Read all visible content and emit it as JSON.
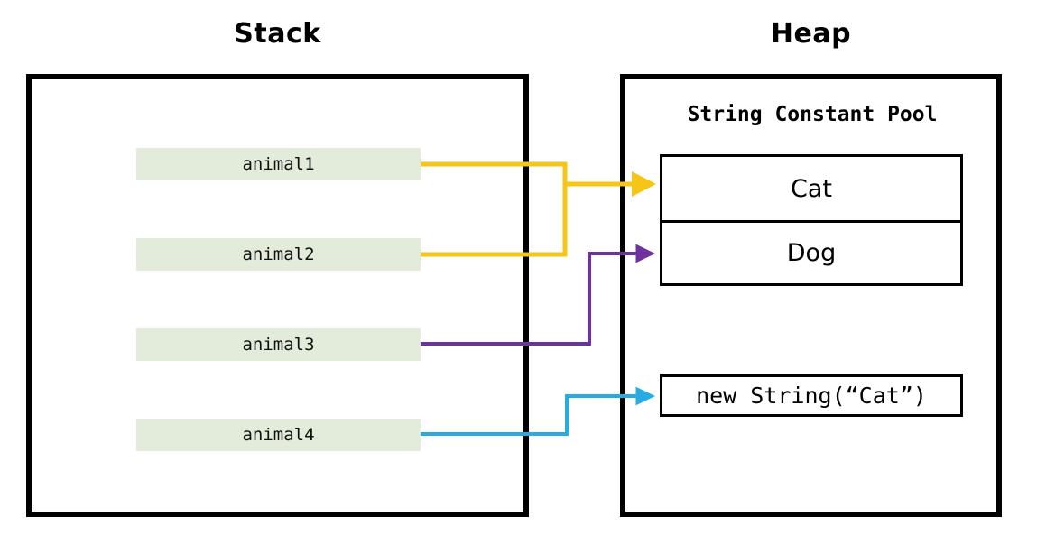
{
  "diagram": {
    "title_stack": "Stack",
    "title_heap": "Heap",
    "pool_caption": "String Constant Pool"
  },
  "stack": {
    "slots": [
      {
        "label": "animal1"
      },
      {
        "label": "animal2"
      },
      {
        "label": "animal3"
      },
      {
        "label": "animal4"
      }
    ]
  },
  "heap": {
    "string_constant_pool": [
      {
        "value": "Cat"
      },
      {
        "value": "Dog"
      }
    ],
    "objects": [
      {
        "value": "new String(“Cat”)"
      }
    ]
  },
  "connectors": [
    {
      "name": "animal1-to-cat",
      "from": "animal1",
      "to": "Cat",
      "color": "#f5c518"
    },
    {
      "name": "animal2-to-cat",
      "from": "animal2",
      "to": "Cat",
      "color": "#f5c518"
    },
    {
      "name": "animal3-to-dog",
      "from": "animal3",
      "to": "Dog",
      "color": "#7030a0"
    },
    {
      "name": "animal4-to-new-string",
      "from": "animal4",
      "to": "new String(“Cat”)",
      "color": "#29abe2"
    }
  ],
  "colors": {
    "slot_fill": "#e3ecda",
    "outline": "#000000",
    "arrow_yellow": "#f5c518",
    "arrow_purple": "#7030a0",
    "arrow_blue": "#29abe2",
    "background": "#ffffff"
  }
}
